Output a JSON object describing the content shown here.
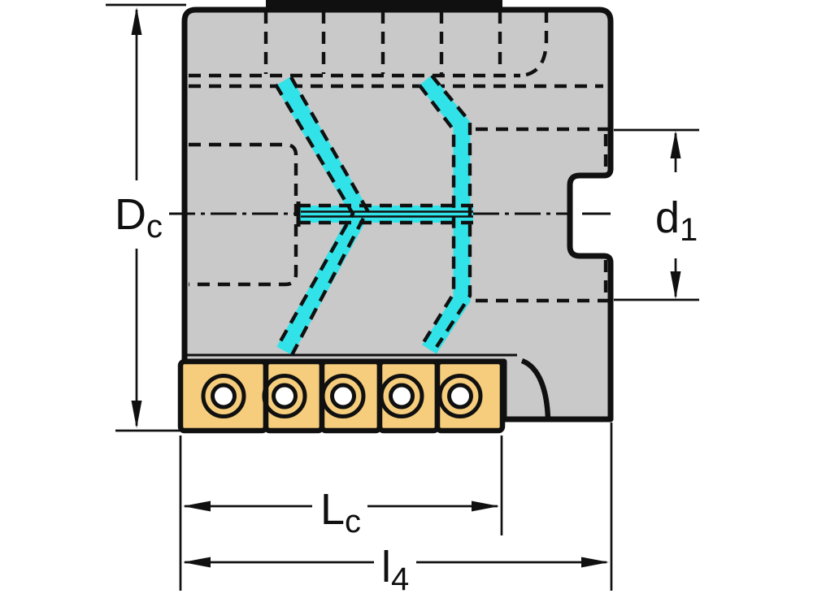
{
  "drawing": {
    "labels": {
      "dc": {
        "main": "D",
        "sub": "c"
      },
      "d1": {
        "main": "d",
        "sub": "1"
      },
      "lc": {
        "main": "L",
        "sub": "c"
      },
      "l4": {
        "main": "l",
        "sub": "4"
      }
    },
    "insert_count": 5,
    "colors": {
      "background": "#ffffff",
      "body_gray": "#c9c9c9",
      "line_black": "#101010",
      "coolant_cyan": "#31e3e8",
      "insert_tan": "#f5cd7c",
      "screw_center_white": "#ffffff"
    }
  }
}
